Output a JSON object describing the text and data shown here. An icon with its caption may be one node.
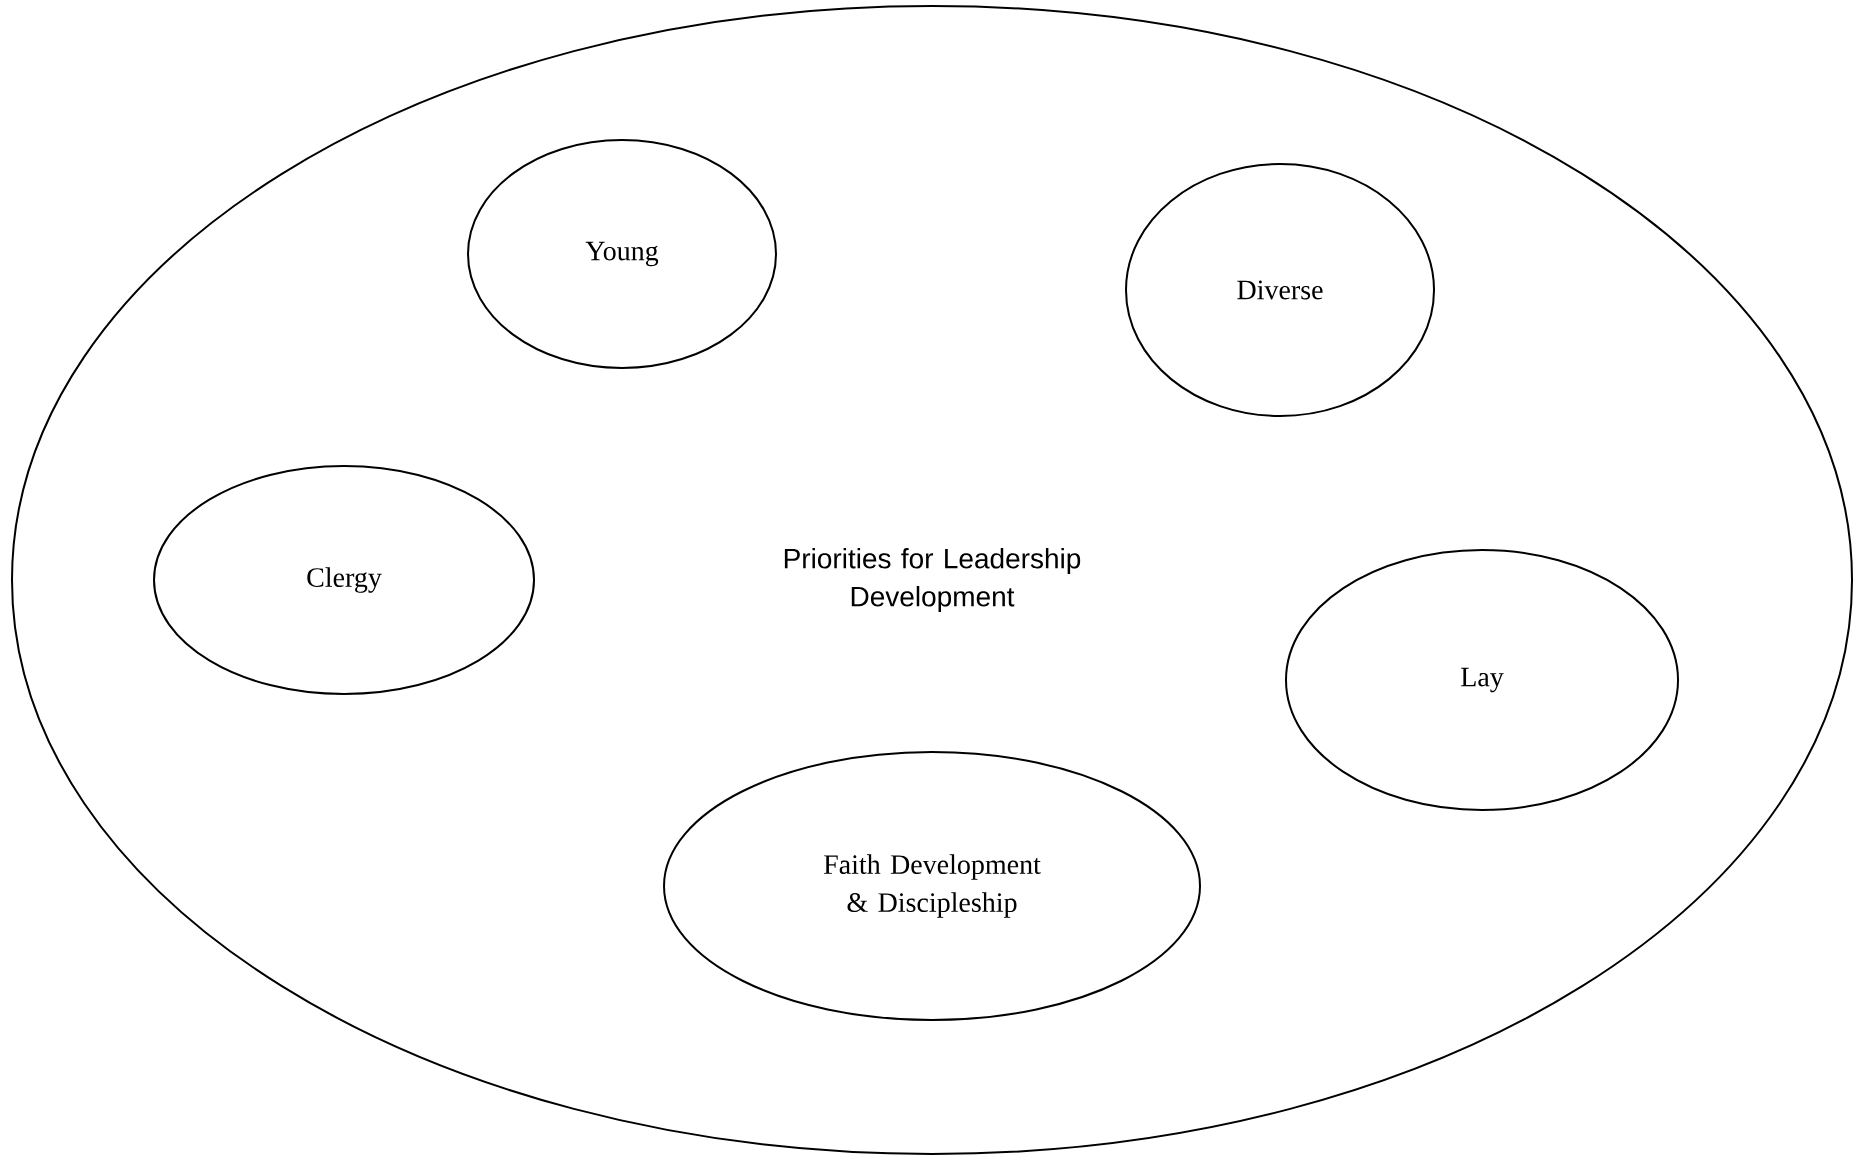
{
  "diagram": {
    "nodes": [
      {
        "text": [
          "Priorities for Leadership Development"
        ]
      },
      {
        "text": [
          "Young"
        ],
        "in": 0
      },
      {
        "text": [
          "Diverse"
        ],
        "in": 0
      },
      {
        "text": [
          "Clergy"
        ],
        "in": 0
      },
      {
        "text": [
          "Lay"
        ],
        "in": 0
      },
      {
        "text": [
          "Faith Development & Discipleship"
        ],
        "in": 0
      }
    ]
  }
}
